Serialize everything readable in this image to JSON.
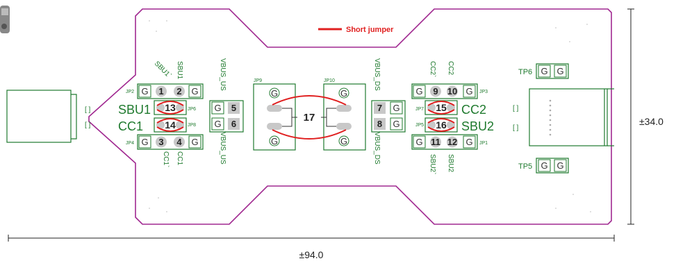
{
  "legend": {
    "label": "Short jumper",
    "color": "#e02020"
  },
  "dimensions": {
    "width": "±94.0",
    "height": "±34.0"
  },
  "colors": {
    "outline": "#a02890",
    "silk": "#1f7a2e",
    "jumper": "#e02020",
    "pad_fill": "#c8c8c8",
    "ground": "#bfbfbf"
  },
  "labels": {
    "sbu1": "SBU1",
    "sbu1b": "SBU1`",
    "cc1": "CC1",
    "cc1b": "CC1`",
    "sbu1_big": "SBU1",
    "cc1_big": "CC1",
    "cc2": "CC2",
    "cc2b": "CC2`",
    "sbu2": "SBU2",
    "sbu2b": "SBU2`",
    "cc2_big": "CC2",
    "sbu2_big": "SBU2",
    "vbus_us_top": "VBUS_US",
    "vbus_us_bot": "VBUS_US",
    "vbus_ds_top": "VBUS_DS",
    "vbus_ds_bot": "VBUS_DS",
    "tp6": "TP6",
    "tp5": "TP5",
    "jp1": "JP1",
    "jp2": "JP2",
    "jp3": "JP3",
    "jp4": "JP4",
    "jp5": "JP5",
    "jp6": "JP6",
    "jp7": "JP7",
    "jp8": "JP8",
    "jp9": "JP9",
    "jp10": "JP10"
  },
  "pins": {
    "p1": "1",
    "p2": "2",
    "p3": "3",
    "p4": "4",
    "p5": "5",
    "p6": "6",
    "p7": "7",
    "p8": "8",
    "p9": "9",
    "p10": "10",
    "p11": "11",
    "p12": "12",
    "p13": "13",
    "p14": "14",
    "p15": "15",
    "p16": "16",
    "p17": "17",
    "g": "G"
  }
}
